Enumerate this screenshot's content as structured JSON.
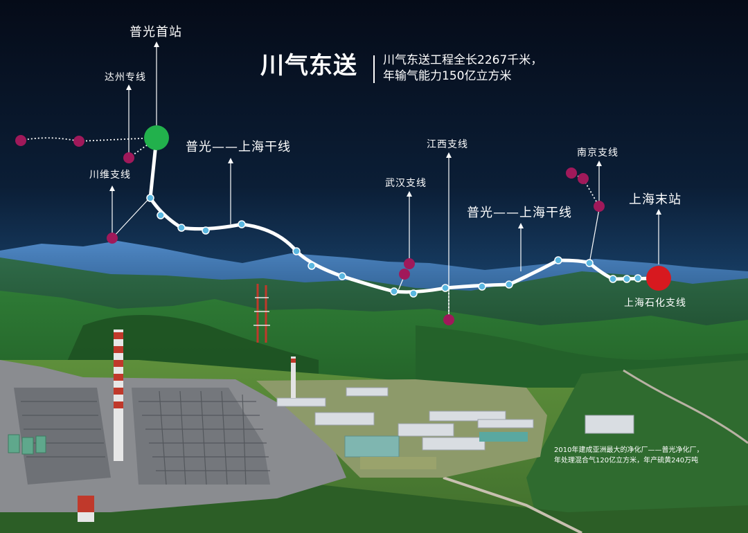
{
  "header": {
    "title": "川气东送",
    "subtitle_line1": "川气东送工程全长2267千米，",
    "subtitle_line2": "年输气能力150亿立方米"
  },
  "labels": {
    "puguang_station": "普光首站",
    "dazhou_line": "达州专线",
    "chuanwei_branch": "川维支线",
    "trunk_line_1": "普光——上海干线",
    "trunk_line_2": "普光——上海干线",
    "jiangxi_branch": "江西支线",
    "wuhan_branch": "武汉支线",
    "nanjing_branch": "南京支线",
    "shanghai_terminal": "上海末站",
    "shanghai_petrochem_branch": "上海石化支线"
  },
  "caption": {
    "line1": "2010年建成亚洲最大的净化厂——普光净化厂，",
    "line2": "年处理混合气120亿立方米，年产硫黄240万吨"
  },
  "colors": {
    "origin_station": "#22b14c",
    "terminal_station": "#d7191f",
    "branch_node": "#a0195a",
    "pipeline_node": "#5bb7e0",
    "pipeline": "#ffffff"
  }
}
